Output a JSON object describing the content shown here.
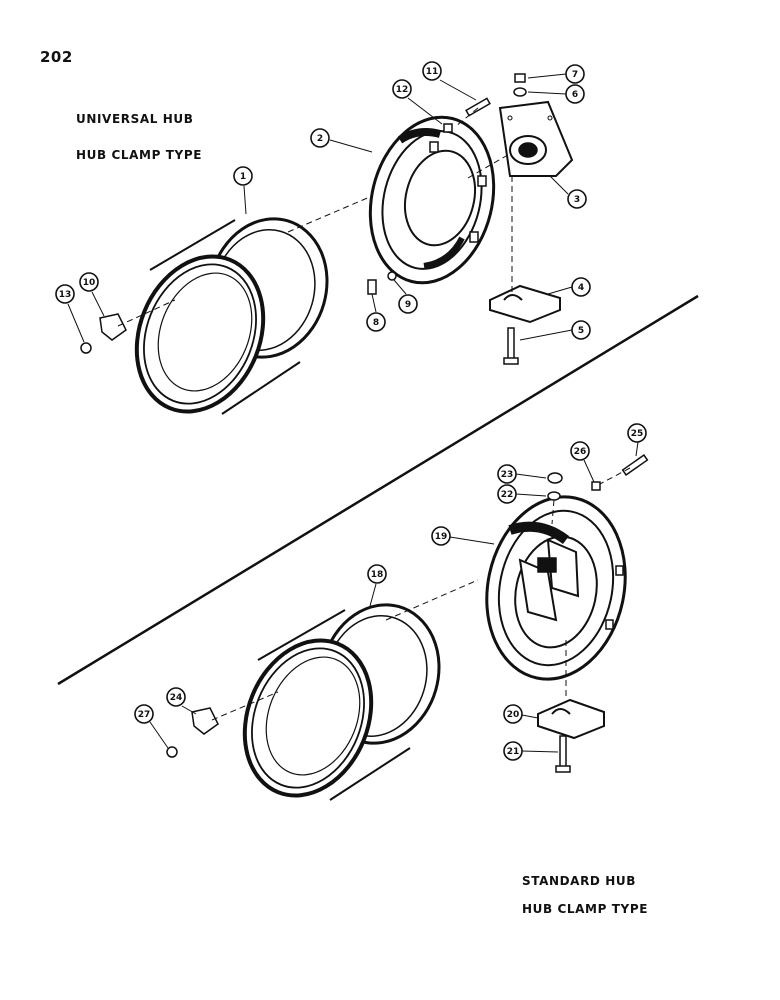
{
  "page": {
    "number": "202",
    "captions": {
      "top_line1": "UNIVERSAL HUB",
      "top_line2": "HUB CLAMP TYPE",
      "bottom_line1": "STANDARD HUB",
      "bottom_line2": "HUB CLAMP TYPE"
    }
  },
  "callouts": [
    "1",
    "2",
    "3",
    "4",
    "5",
    "6",
    "7",
    "8",
    "9",
    "10",
    "11",
    "12",
    "13",
    "18",
    "19",
    "20",
    "21",
    "22",
    "23",
    "24",
    "25",
    "26",
    "27"
  ],
  "colors": {
    "ink": "#111111",
    "paper": "#ffffff"
  }
}
